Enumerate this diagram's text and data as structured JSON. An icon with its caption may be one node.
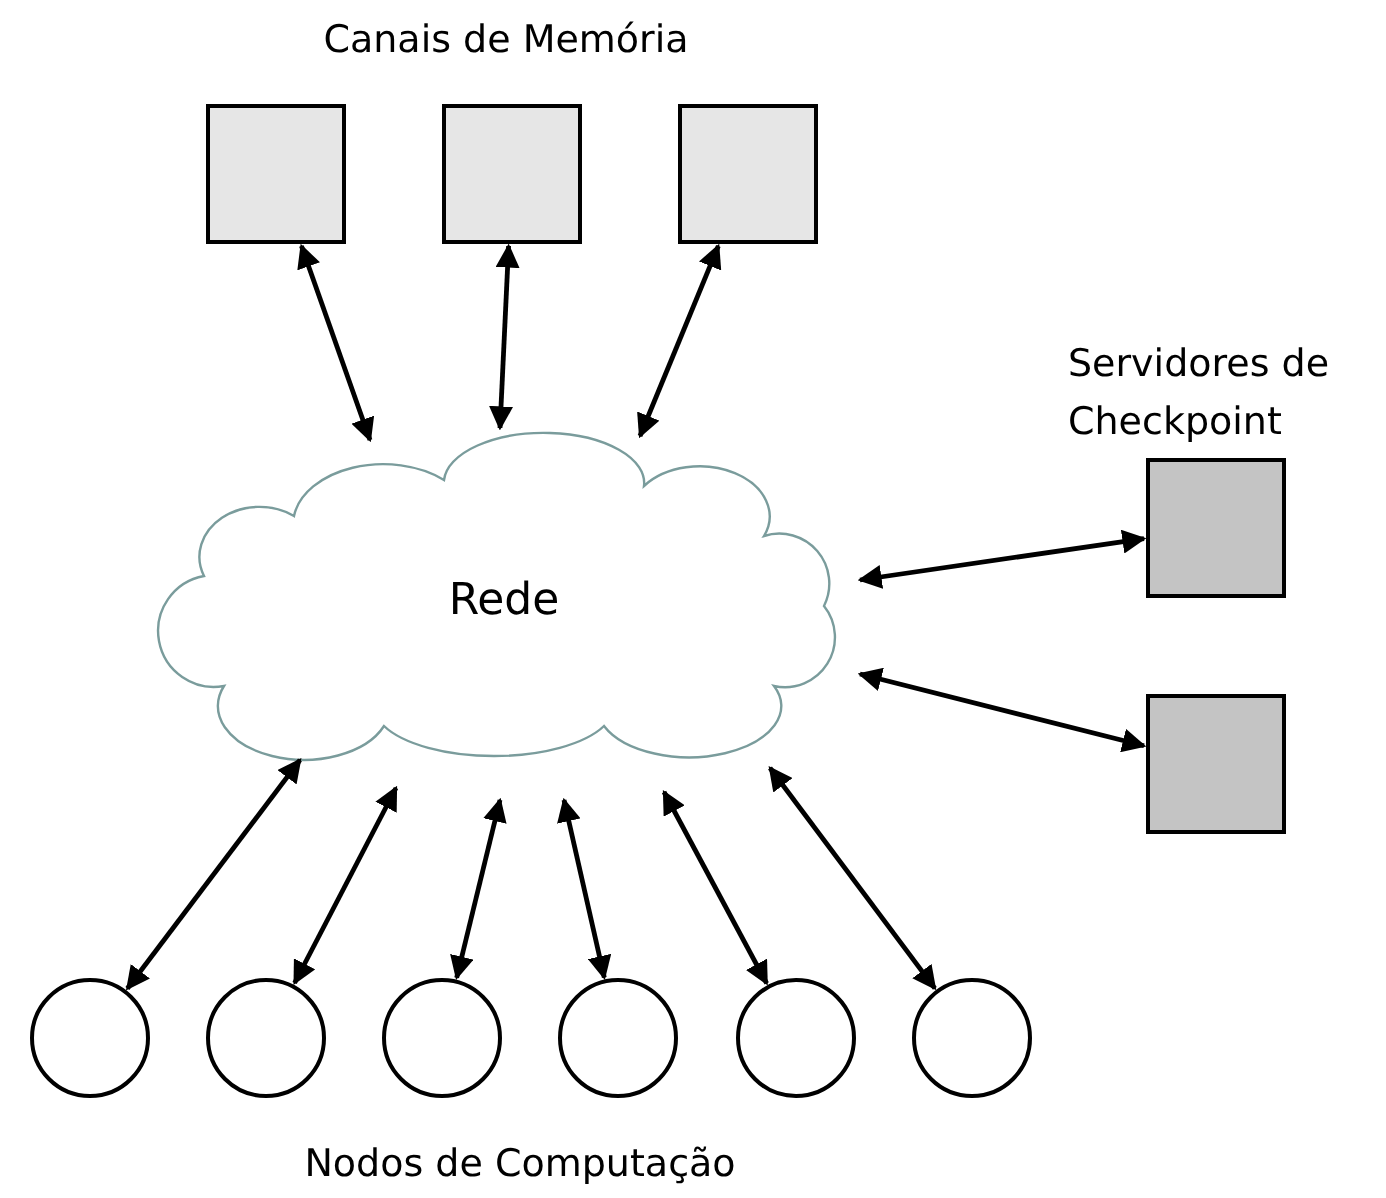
{
  "diagram": {
    "nodes": [
      {
        "text": [
          "Rede"
        ]
      },
      {
        "text": [],
        "shape": "box"
      },
      {
        "text": [],
        "shape": "box"
      },
      {
        "text": [],
        "shape": "box"
      },
      {
        "text": [],
        "shape": "box"
      },
      {
        "text": [],
        "shape": "box"
      },
      {
        "text": [],
        "shape": "circle"
      },
      {
        "text": [],
        "shape": "circle"
      },
      {
        "text": [],
        "shape": "circle"
      },
      {
        "text": [],
        "shape": "circle"
      },
      {
        "text": [],
        "shape": "circle"
      },
      {
        "text": [],
        "shape": "circle"
      }
    ],
    "edges": [
      {
        "from": 0,
        "to": 1,
        "arrow": "both"
      },
      {
        "from": 0,
        "to": 2,
        "arrow": "both"
      },
      {
        "from": 0,
        "to": 3,
        "arrow": "both"
      },
      {
        "from": 0,
        "to": 4,
        "arrow": "both"
      },
      {
        "from": 0,
        "to": 5,
        "arrow": "both"
      },
      {
        "from": 0,
        "to": 6,
        "arrow": "both"
      },
      {
        "from": 0,
        "to": 7,
        "arrow": "both"
      },
      {
        "from": 0,
        "to": 8,
        "arrow": "both"
      },
      {
        "from": 0,
        "to": 9,
        "arrow": "both"
      },
      {
        "from": 0,
        "to": 10,
        "arrow": "both"
      },
      {
        "from": 0,
        "to": 11,
        "arrow": "both"
      }
    ],
    "labels": [
      "Canais de Memória",
      "Servidores de Checkpoint",
      "Nodos de Computação"
    ]
  }
}
